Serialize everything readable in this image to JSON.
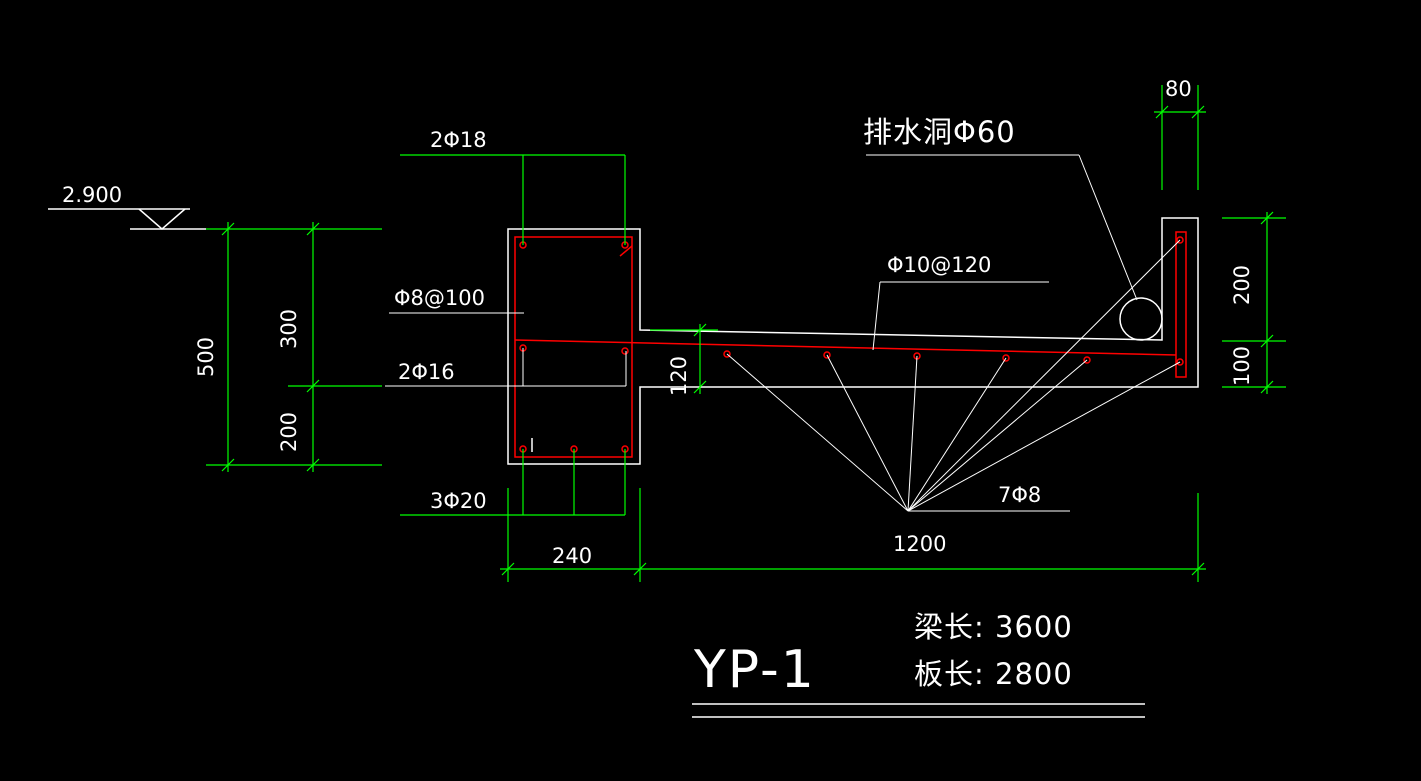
{
  "colors": {
    "background": "#000000",
    "outline": "#ffffff",
    "rebar": "#ff0000",
    "dimension": "#00ff00",
    "text": "#ffffff"
  },
  "level": {
    "value": "2.900"
  },
  "dimensions": {
    "beam_total_height": "500",
    "beam_upper_part": "300",
    "beam_lower_part": "200",
    "slab_thickness": "120",
    "beam_width": "240",
    "slab_span": "1200",
    "upstand_width": "80",
    "upstand_upper": "200",
    "upstand_lower": "100"
  },
  "rebar_labels": {
    "top_bars": "2Φ18",
    "stirrups": "Φ8@100",
    "middle_bars": "2Φ16",
    "bottom_bars": "3Φ20",
    "slab_main_bar": "Φ10@120",
    "slab_distribution_bars": "7Φ8",
    "drain_hole": "排水洞Φ60"
  },
  "title_block": {
    "mark": "YP-1",
    "beam_length": "梁长: 3600",
    "slab_length": "板长: 2800"
  }
}
